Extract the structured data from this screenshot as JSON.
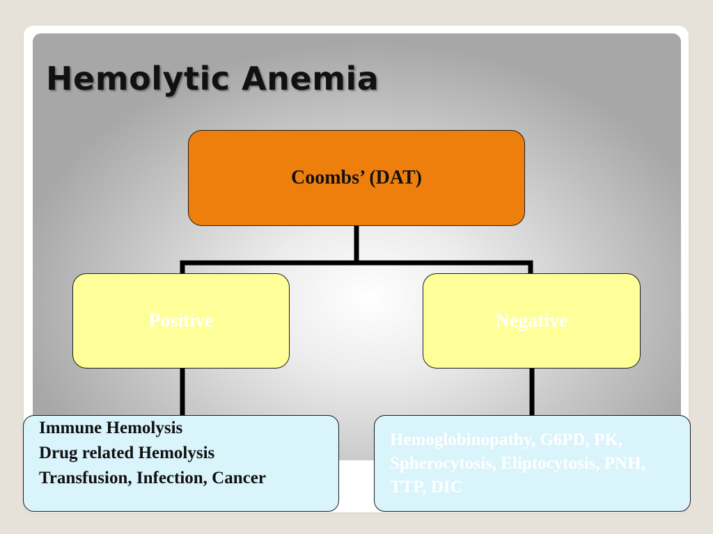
{
  "slide": {
    "title": "Hemolytic Anemia"
  },
  "diagram": {
    "root": {
      "label": "Coombs’ (DAT)"
    },
    "branches": [
      {
        "label": "Positive",
        "result_lines": [
          "Immune Hemolysis",
          "Drug related Hemolysis",
          "Transfusion, Infection, Cancer"
        ]
      },
      {
        "label": "Negative",
        "result_text": "Hemoglobinopathy, G6PD, PK, Spherocytosis, Eliptocytosis, PNH, TTP, DIC"
      }
    ]
  },
  "colors": {
    "root_fill": "#ef7f0c",
    "branch_fill": "#ffff99",
    "result_fill": "#d9f4fb",
    "connector": "#000000"
  }
}
